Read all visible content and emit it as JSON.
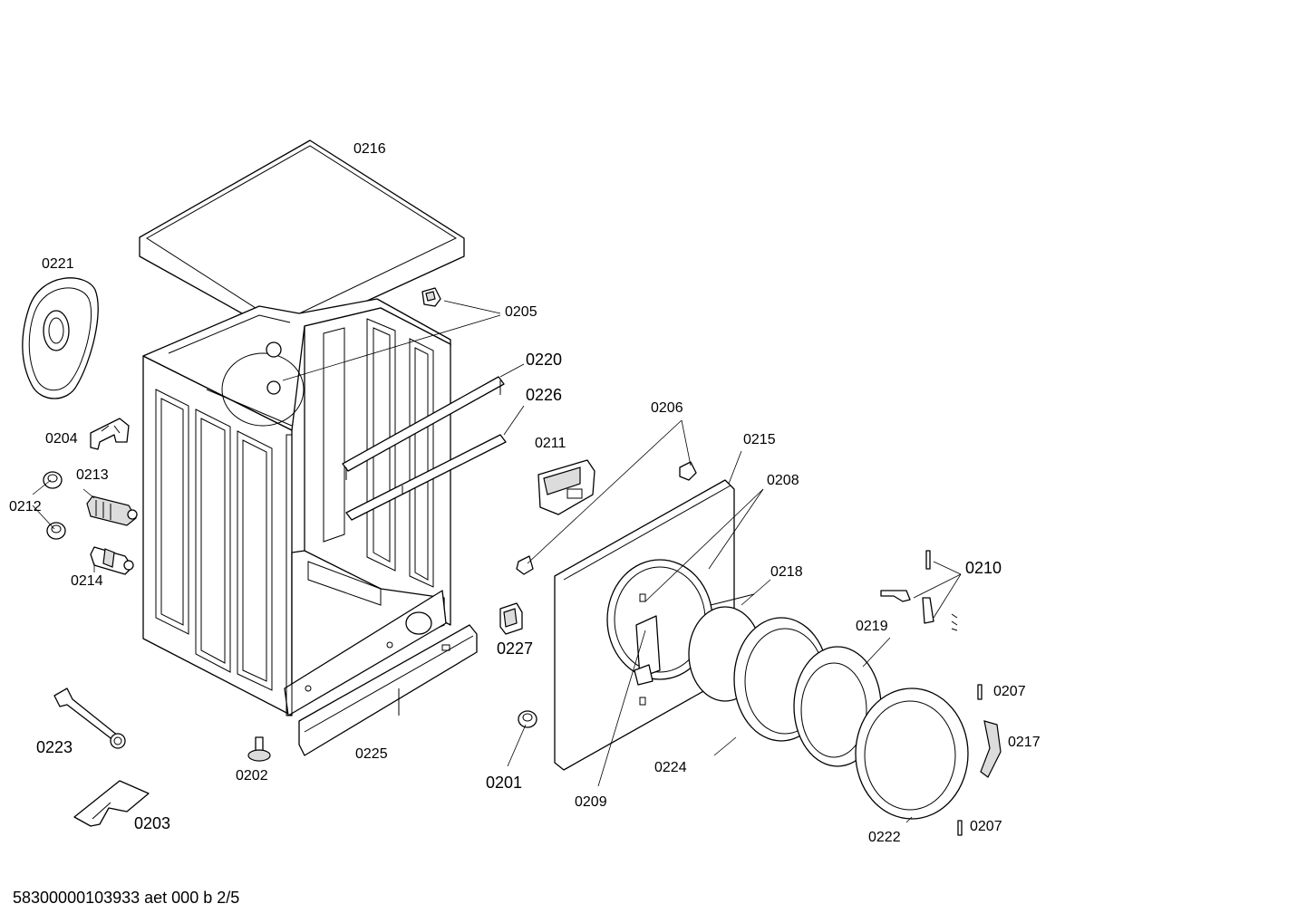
{
  "diagram": {
    "footer": "58300000103933 aet 000 b 2/5",
    "labels": {
      "p0216": "0216",
      "p0221": "0221",
      "p0205": "0205",
      "p0220": "0220",
      "p0226": "0226",
      "p0204": "0204",
      "p0213": "0213",
      "p0212": "0212",
      "p0214": "0214",
      "p0206": "0206",
      "p0211": "0211",
      "p0215": "0215",
      "p0208": "0208",
      "p0218": "0218",
      "p0210": "0210",
      "p0219": "0219",
      "p0227": "0227",
      "p0207a": "0207",
      "p0217": "0217",
      "p0223": "0223",
      "p0225": "0225",
      "p0202": "0202",
      "p0201": "0201",
      "p0224": "0224",
      "p0209": "0209",
      "p0203": "0203",
      "p0222": "0222",
      "p0207b": "0207"
    }
  }
}
